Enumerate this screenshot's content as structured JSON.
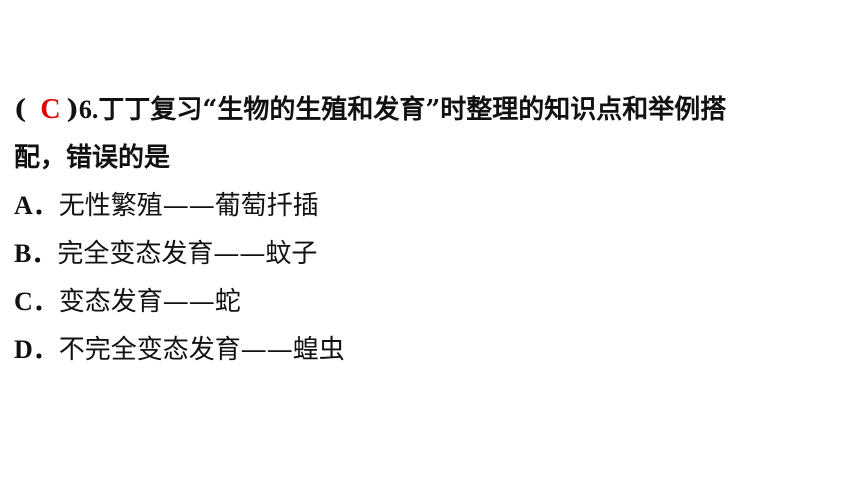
{
  "question": {
    "paren_open": "(",
    "answer": "C",
    "paren_close": ")",
    "number": "6.",
    "stem_line1": "丁丁复习“生物的生殖和发育”时整理的知识点和举例搭",
    "stem_line2": "配，错误的是",
    "options": [
      {
        "letter": "A．",
        "text": "无性繁殖——葡萄扦插"
      },
      {
        "letter": "B．",
        "text": "完全变态发育——蚊子"
      },
      {
        "letter": "C．",
        "text": "变态发育——蛇"
      },
      {
        "letter": "D．",
        "text": "不完全变态发育——蝗虫"
      }
    ]
  },
  "colors": {
    "answer": "#e60000",
    "text": "#111111",
    "background": "#ffffff"
  }
}
